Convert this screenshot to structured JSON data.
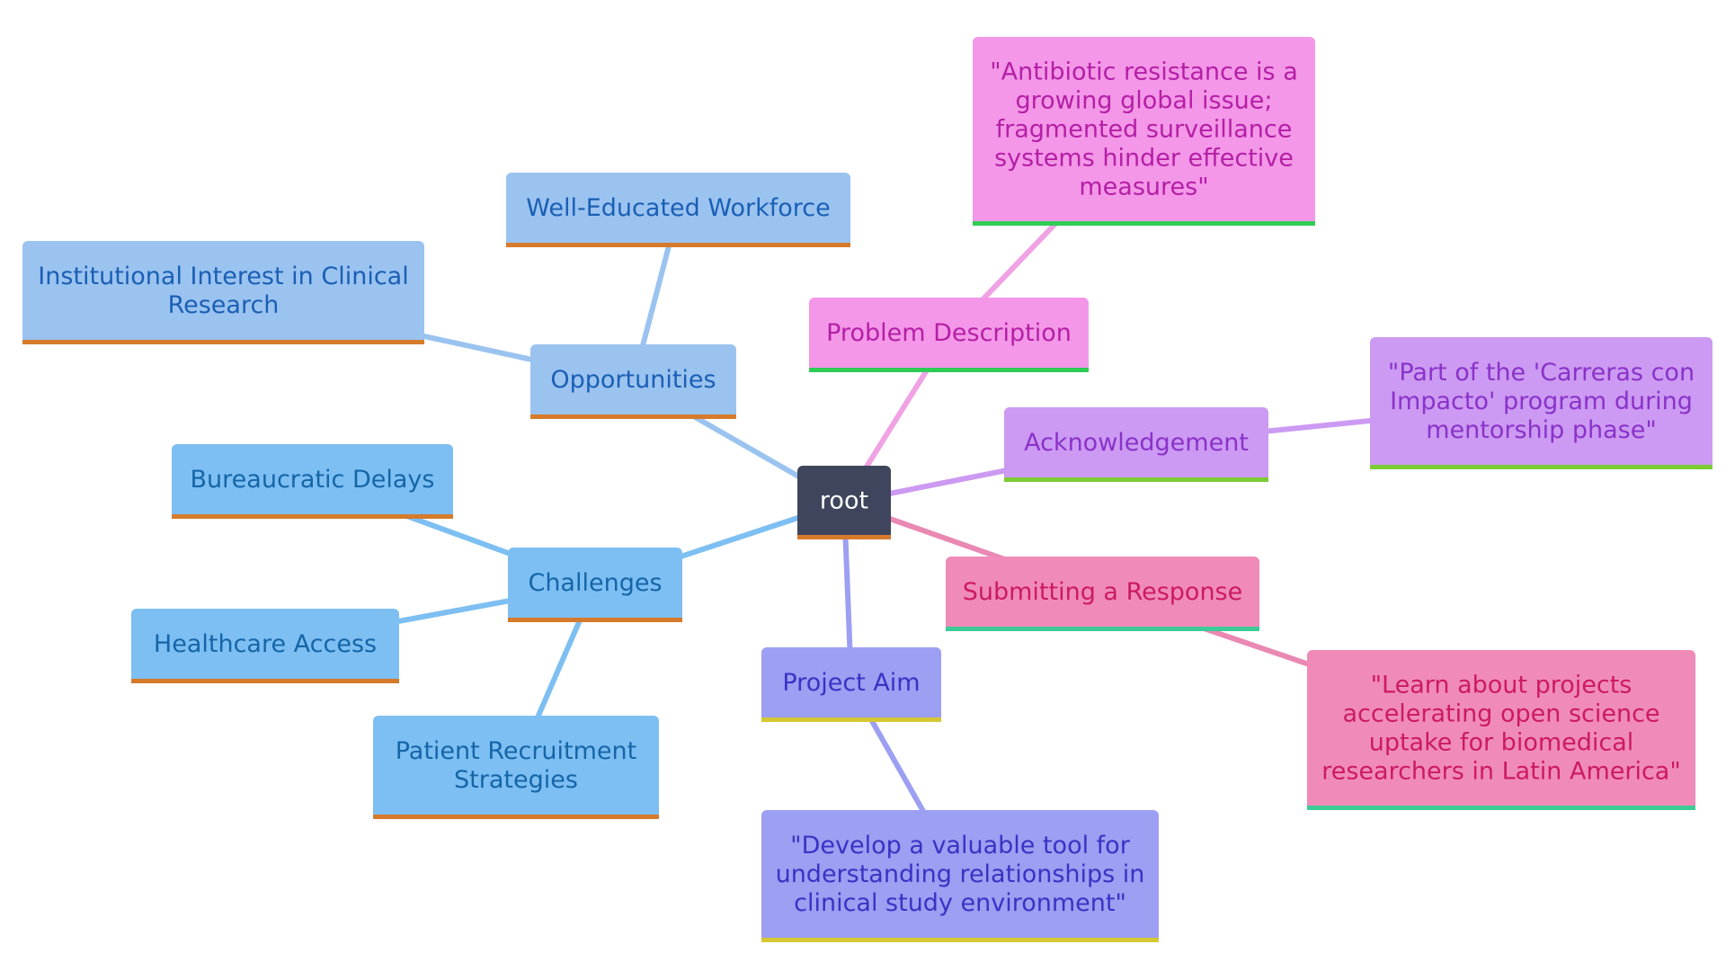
{
  "root": {
    "label": "root",
    "fill": "#3f455c",
    "text_color": "#ffffff",
    "accent": "#d67a2b"
  },
  "branches": [
    {
      "id": "opportunities",
      "label": "Opportunities",
      "fill": "#9bc3f0",
      "text_color": "#1a5fb4",
      "accent": "#d67a2b",
      "line_color": "#9bc3f0",
      "children": [
        {
          "id": "well-educated-workforce",
          "label": "Well-Educated Workforce"
        },
        {
          "id": "institutional-interest",
          "label": "Institutional Interest in Clinical Research"
        }
      ]
    },
    {
      "id": "challenges",
      "label": "Challenges",
      "fill": "#7dbff2",
      "text_color": "#1565a8",
      "accent": "#d67a2b",
      "line_color": "#7dbff2",
      "children": [
        {
          "id": "bureaucratic-delays",
          "label": "Bureaucratic Delays"
        },
        {
          "id": "healthcare-access",
          "label": "Healthcare Access"
        },
        {
          "id": "patient-recruitment",
          "label": "Patient Recruitment Strategies"
        }
      ]
    },
    {
      "id": "problem-description",
      "label": "Problem Description",
      "fill": "#f497e8",
      "text_color": "#b41fa6",
      "accent": "#2ecc55",
      "line_color": "#f0a2e4",
      "children": [
        {
          "id": "problem-quote",
          "label": "\"Antibiotic resistance is a growing global issue; fragmented surveillance systems hinder effective measures\""
        }
      ]
    },
    {
      "id": "acknowledgement",
      "label": "Acknowledgement",
      "fill": "#cc9af2",
      "text_color": "#8a32c9",
      "accent": "#7ccc33",
      "line_color": "#cc9af2",
      "children": [
        {
          "id": "acknowledgement-quote",
          "label": "\"Part of the 'Carreras con Impacto' program during mentorship phase\""
        }
      ]
    },
    {
      "id": "submitting-response",
      "label": "Submitting a Response",
      "fill": "#f08bb8",
      "text_color": "#cc1a62",
      "accent": "#3ccc98",
      "line_color": "#ea88b4",
      "children": [
        {
          "id": "submitting-quote",
          "label": "\"Learn about projects accelerating open science uptake for biomedical researchers in Latin America\""
        }
      ]
    },
    {
      "id": "project-aim",
      "label": "Project Aim",
      "fill": "#9c9ff2",
      "text_color": "#3a32c4",
      "accent": "#d6c833",
      "line_color": "#9c9ff2",
      "children": [
        {
          "id": "project-aim-quote",
          "label": "\"Develop a valuable tool for understanding relationships in clinical study environment\""
        }
      ]
    }
  ]
}
